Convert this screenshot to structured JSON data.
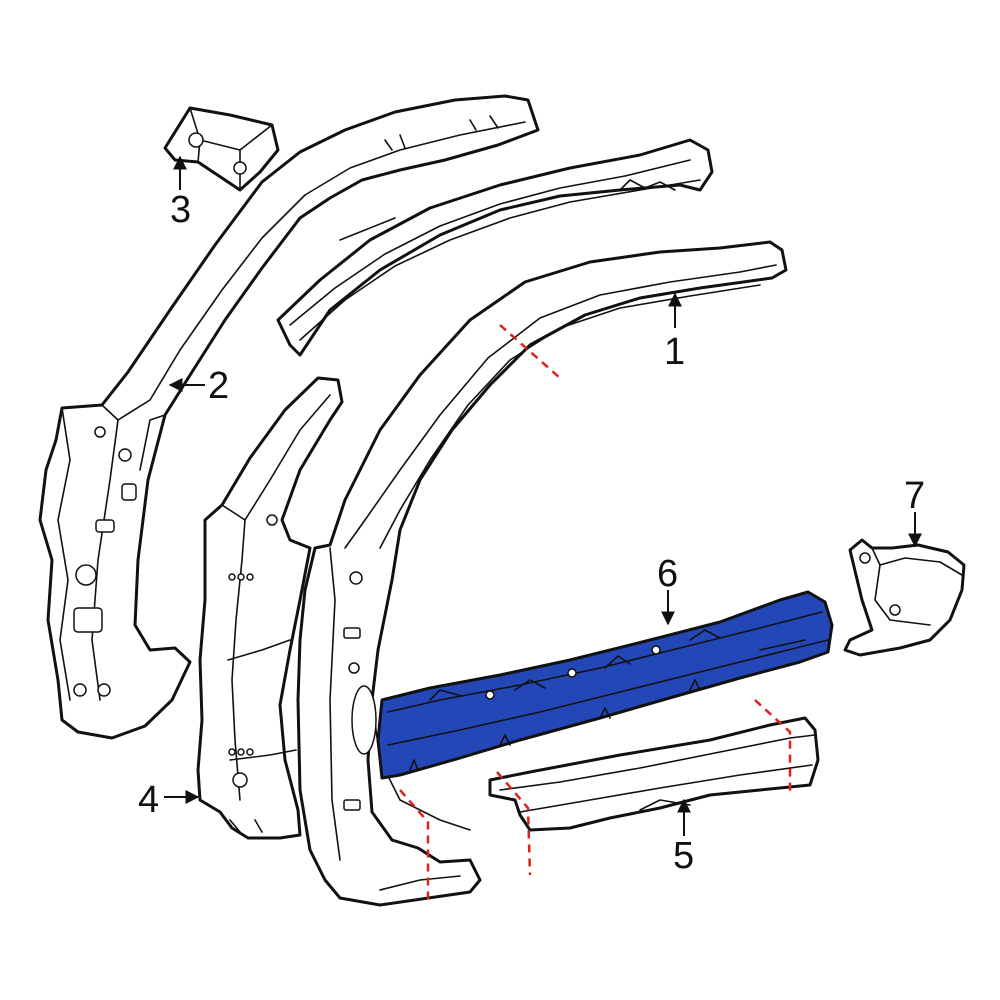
{
  "colors": {
    "highlight": "#2447b8",
    "cut_line": "#e0201a",
    "line": "#111111",
    "background": "#ffffff"
  },
  "callouts": [
    {
      "id": "1",
      "label": "1"
    },
    {
      "id": "2",
      "label": "2"
    },
    {
      "id": "3",
      "label": "3"
    },
    {
      "id": "4",
      "label": "4"
    },
    {
      "id": "5",
      "label": "5"
    },
    {
      "id": "6",
      "label": "6"
    },
    {
      "id": "7",
      "label": "7"
    }
  ],
  "highlighted_part": "6"
}
